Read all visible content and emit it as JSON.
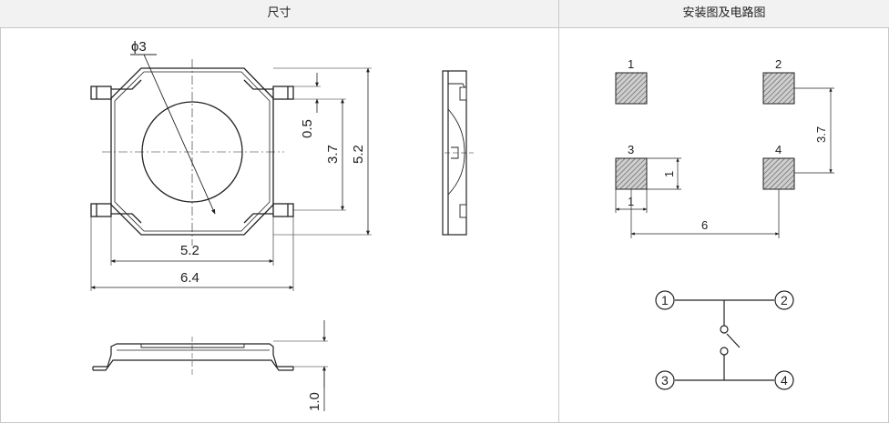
{
  "headers": {
    "left": "尺寸",
    "right": "安装图及电路图"
  },
  "dimensions": {
    "diameter": "ϕ3",
    "d05": "0.5",
    "d37": "3.7",
    "d52_side": "5.2",
    "d52_bottom": "5.2",
    "d64": "6.4",
    "d10": "1.0"
  },
  "pads": {
    "labels": [
      "1",
      "2",
      "3",
      "4"
    ],
    "pad_size": "1",
    "pitch_y": "3.7",
    "pitch_x": "6",
    "pad_width": "1"
  },
  "circuit": {
    "terminals": [
      "1",
      "2",
      "3",
      "4"
    ]
  },
  "colors": {
    "line": "#222222",
    "border": "#c8c8c8",
    "header_bg": "#f2f2f2"
  }
}
